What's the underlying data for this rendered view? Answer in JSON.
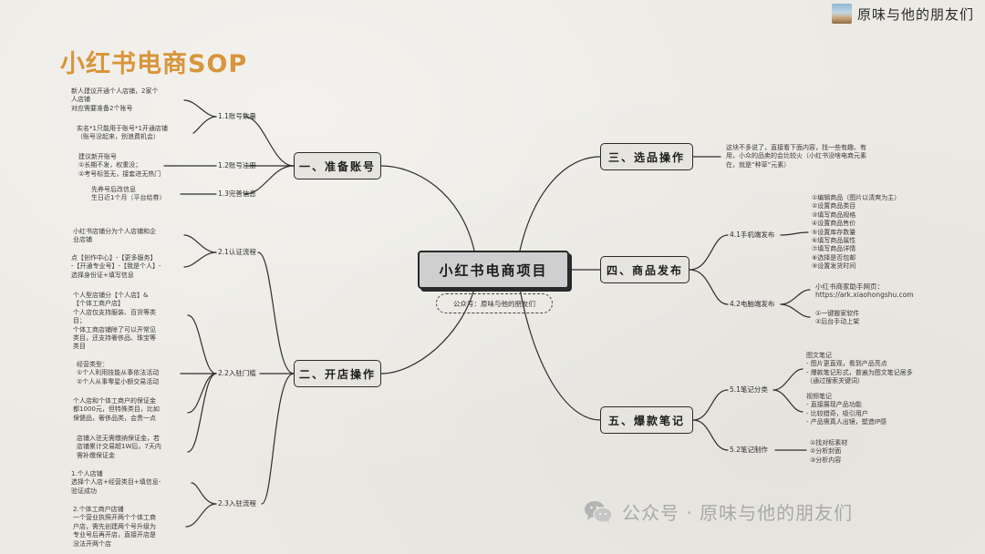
{
  "header": {
    "brand_name": "原味与他的朋友们",
    "title": "小红书电商SOP"
  },
  "root": {
    "title": "小红书电商项目",
    "subtitle": "公众号：原味与他的朋友们"
  },
  "branches": {
    "b1": {
      "label": "一、准备账号",
      "subs": [
        "1.1账号数量",
        "1.2账号注册",
        "1.3完善信息"
      ],
      "leaves": [
        "新人建议开通个人店铺，2家个\n人店铺\n对应需要准备2个账号",
        "实名*1只能用于账号*1开通店铺\n（账号没起来，别浪费机会）",
        "建议新开账号\n①长期不发，权重没；\n②考号标签无，接套进无热门",
        "先养号后改信息\n生日近1个月（平台给券）"
      ]
    },
    "b2": {
      "label": "二、开店操作",
      "subs": [
        "2.1认证流程",
        "2.2入驻门槛",
        "2.3入驻流程"
      ],
      "leaves": [
        "小红书店铺分为个人店铺和企\n业店铺",
        "点【创作中心】-【更多服务】\n-【开通专业号】-【我是个人】-\n选择身份证+填写信息",
        "个人型店铺分【个人店】&\n【个体工商户店】\n个人店仅支持服装、百货等类\n目；\n个体工商店铺除了可以开常见\n类目，还支持奢侈品、珠宝等\n类目",
        "经营类型：\n①个人利用技能从事依法活动\n②个人从事零星小额交易活动",
        "个人店和个体工商户的保证金\n都1000元，但特殊类目，比如\n保健品，奢侈品类，会贵一点",
        "店铺入驻无需缴纳保证金，若\n店铺累计交易超1W后，7天内\n需补缴保证金",
        "1.个人店铺\n选择个人店+经营类目+填信息-\n验证成功",
        "2.个体工商户店铺\n一个营业执照开两个个体工商\n户店，需先创建两个号升级为\n专业号后再开店，直接开店是\n没法开两个店"
      ]
    },
    "b3": {
      "label": "三、选品操作",
      "leaves": [
        "这块不多说了，直接看下面内容，找一些有趣、有\n用，小众的品卖的会比较火（小红书没啥电商元素\n在，就是“种草”元素）"
      ]
    },
    "b4": {
      "label": "四、商品发布",
      "subs": [
        "4.1手机端发布",
        "4.2电脑端发布"
      ],
      "leaves": [
        "①编辑商品（图片以清爽为主）\n②设置商品类目\n③填写商品规格\n④设置商品售价\n⑤设置库存数量\n⑥填写商品属性\n⑦填写商品详情\n⑧选择是否包邮\n⑨设置发货时间",
        "小红书商家助手网页：\nhttps://ark.xiaohongshu.com",
        "①一键搬家软件\n②后台手动上架"
      ]
    },
    "b5": {
      "label": "五、爆款笔记",
      "subs": [
        "5.1笔记分类",
        "5.2笔记制作"
      ],
      "leaves": [
        "图文笔记\n- 图片更直观，看到产品亮点\n- 爆款笔记形式，普遍为图文笔记居多\n（通过搜索关键词）",
        "视频笔记\n- 直接展现产品功能\n- 比较猎奇，吸引用户\n- 产品需真人出镜，塑造IP感",
        "①找对标素材\n②分析封面\n③分析内容"
      ]
    }
  },
  "watermark": {
    "text": "公众号 · 原味与他的朋友们"
  },
  "colors": {
    "title": "#d8953a",
    "line": "#2e2e2e",
    "background": "#eceae4"
  }
}
